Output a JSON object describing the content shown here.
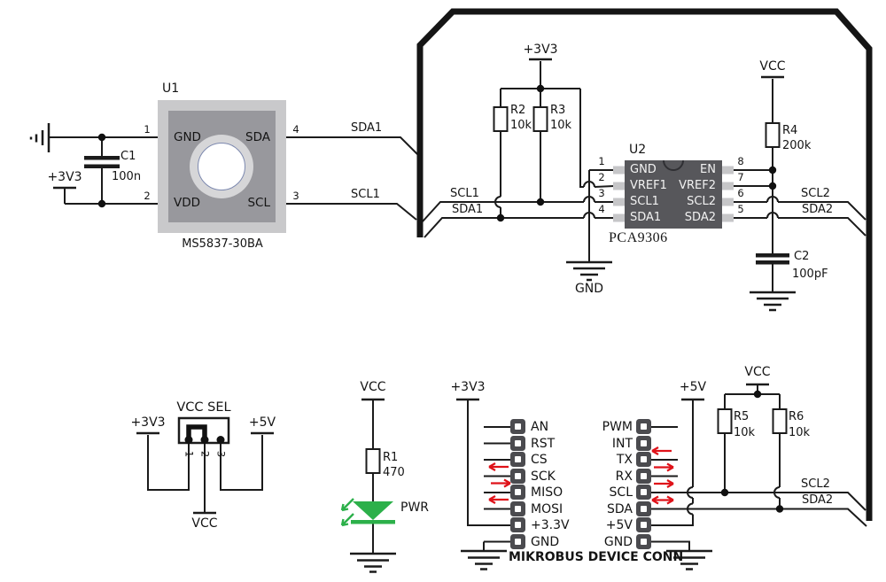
{
  "colors": {
    "wire": "#1b1b1b",
    "border": "#151515",
    "accent_red": "#df1219",
    "led_green": "#2cb04a",
    "ic_body": "#57575b",
    "ic_pin": "#c6c6c8",
    "pad": "#4b4b4f",
    "u1_outer": "#c9c9cb",
    "u1_inner": "#98989d",
    "u1_ring": "#d6d6d8",
    "u1_circle_edge": "#7d89af"
  },
  "u1": {
    "ref": "U1",
    "part": "MS5837-30BA",
    "pin_gnd": "GND",
    "pin_vdd": "VDD",
    "pin_sda": "SDA",
    "pin_scl": "SCL",
    "num_gnd": "1",
    "num_vdd": "2",
    "num_sda": "4",
    "num_scl": "3"
  },
  "u2": {
    "ref": "U2",
    "part": "PCA9306",
    "left": [
      {
        "num": "1",
        "name": "GND"
      },
      {
        "num": "2",
        "name": "VREF1"
      },
      {
        "num": "3",
        "name": "SCL1"
      },
      {
        "num": "4",
        "name": "SDA1"
      }
    ],
    "right": [
      {
        "num": "8",
        "name": "EN"
      },
      {
        "num": "7",
        "name": "VREF2"
      },
      {
        "num": "6",
        "name": "SCL2"
      },
      {
        "num": "5",
        "name": "SDA2"
      }
    ]
  },
  "resistors": {
    "r1": {
      "ref": "R1",
      "value": "470"
    },
    "r2": {
      "ref": "R2",
      "value": "10k"
    },
    "r3": {
      "ref": "R3",
      "value": "10k"
    },
    "r4": {
      "ref": "R4",
      "value": "200k"
    },
    "r5": {
      "ref": "R5",
      "value": "10k"
    },
    "r6": {
      "ref": "R6",
      "value": "10k"
    }
  },
  "capacitors": {
    "c1": {
      "ref": "C1",
      "value": "100n"
    },
    "c2": {
      "ref": "C2",
      "value": "100pF"
    }
  },
  "nets": {
    "sda1_u1": "SDA1",
    "scl1_u1": "SCL1",
    "scl1_mid": "SCL1",
    "sda1_mid": "SDA1",
    "scl2_right": "SCL2",
    "sda2_right": "SDA2",
    "scl2_bottom": "SCL2",
    "sda2_bottom": "SDA2"
  },
  "power": {
    "p3v3_c1": "+3V3",
    "p3v3_pullups": "+3V3",
    "vcc_r4": "VCC",
    "gnd_u2": "GND",
    "vcc_led": "VCC",
    "p3v3_header": "+3V3",
    "p5v_header": "+5V",
    "vcc_pullups2": "VCC",
    "p3v3_sel": "+3V3",
    "p5v_sel": "+5V",
    "vcc_sel_out": "VCC"
  },
  "vcc_sel": {
    "title": "VCC SEL",
    "pin1": "1",
    "pin2": "2",
    "pin3": "3"
  },
  "led": {
    "label": "PWR"
  },
  "mikrobus": {
    "title": "MIKROBUS DEVICE CONN",
    "left_pins": [
      "AN",
      "RST",
      "CS",
      "SCK",
      "MISO",
      "MOSI",
      "+3.3V",
      "GND"
    ],
    "right_pins": [
      "PWM",
      "INT",
      "TX",
      "RX",
      "SCL",
      "SDA",
      "+5V",
      "GND"
    ]
  }
}
